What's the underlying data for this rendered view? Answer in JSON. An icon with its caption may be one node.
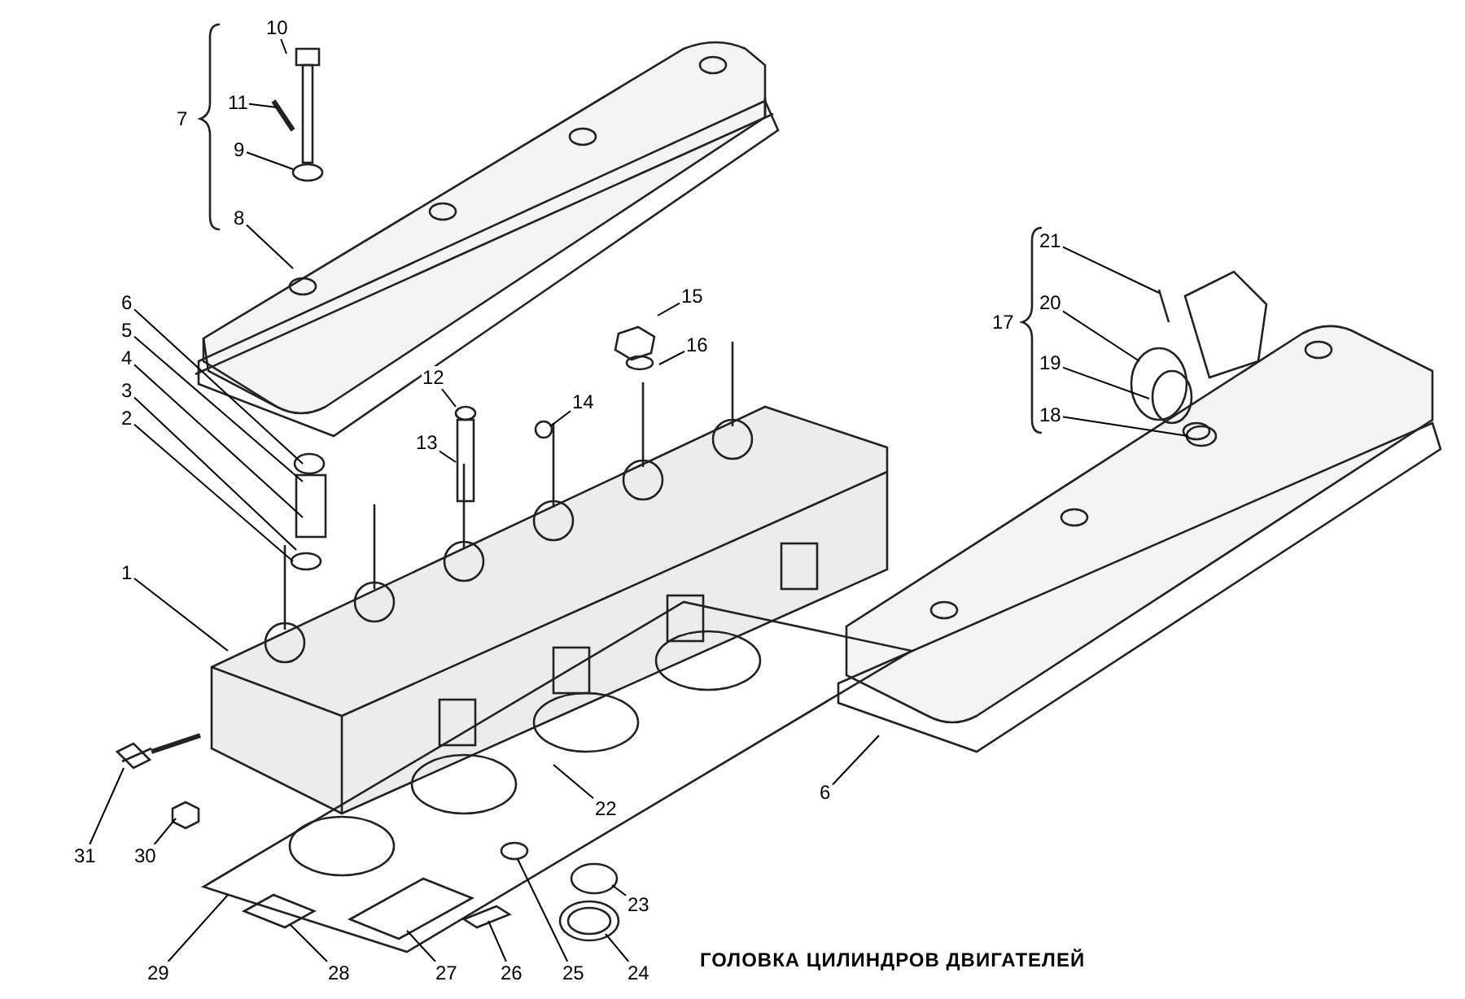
{
  "diagram": {
    "caption": "ГОЛОВКА ЦИЛИНДРОВ ДВИГАТЕЛЕЙ",
    "nodes": [
      {
        "text": [
          "10"
        ]
      },
      {
        "text": [
          "11"
        ]
      },
      {
        "text": [
          "9"
        ]
      },
      {
        "text": [
          "8"
        ]
      },
      {
        "text": [
          "6"
        ]
      },
      {
        "text": [
          "5"
        ]
      },
      {
        "text": [
          "4"
        ]
      },
      {
        "text": [
          "3"
        ]
      },
      {
        "text": [
          "2"
        ]
      },
      {
        "text": [
          "21"
        ]
      },
      {
        "text": [
          "15"
        ]
      },
      {
        "text": [
          "20"
        ]
      },
      {
        "text": [
          "16"
        ]
      },
      {
        "text": [
          "19"
        ]
      },
      {
        "text": [
          "12"
        ]
      },
      {
        "text": [
          "13"
        ]
      },
      {
        "text": [
          "14"
        ]
      },
      {
        "text": [
          "18"
        ]
      },
      {
        "text": [
          "1"
        ]
      },
      {
        "text": [
          "6"
        ]
      },
      {
        "text": [
          "22"
        ]
      },
      {
        "text": [
          "31"
        ]
      },
      {
        "text": [
          "30"
        ]
      },
      {
        "text": [
          "23"
        ]
      },
      {
        "text": [
          "29"
        ]
      },
      {
        "text": [
          "28"
        ]
      },
      {
        "text": [
          "27"
        ]
      },
      {
        "text": [
          "26"
        ]
      },
      {
        "text": [
          "25"
        ]
      },
      {
        "text": [
          "24"
        ]
      },
      {
        "text": [
          "7"
        ]
      },
      {
        "text": [
          "17"
        ]
      }
    ],
    "edges": [
      {
        "from": 0,
        "to": null,
        "arrow": "none"
      },
      {
        "from": 1,
        "to": null,
        "arrow": "none"
      },
      {
        "from": 2,
        "to": null,
        "arrow": "none"
      },
      {
        "from": 3,
        "to": null,
        "arrow": "none"
      },
      {
        "from": 4,
        "to": null,
        "arrow": "none"
      },
      {
        "from": 5,
        "to": null,
        "arrow": "none"
      },
      {
        "from": 6,
        "to": null,
        "arrow": "none"
      },
      {
        "from": 7,
        "to": null,
        "arrow": "none"
      },
      {
        "from": 8,
        "to": null,
        "arrow": "none"
      },
      {
        "from": 9,
        "to": null,
        "arrow": "none"
      },
      {
        "from": 10,
        "to": null,
        "arrow": "none"
      },
      {
        "from": 11,
        "to": null,
        "arrow": "none"
      },
      {
        "from": 12,
        "to": null,
        "arrow": "none"
      },
      {
        "from": 13,
        "to": null,
        "arrow": "none"
      },
      {
        "from": 14,
        "to": null,
        "arrow": "none"
      },
      {
        "from": 15,
        "to": null,
        "arrow": "none"
      },
      {
        "from": 16,
        "to": null,
        "arrow": "none"
      },
      {
        "from": 17,
        "to": null,
        "arrow": "none"
      },
      {
        "from": 18,
        "to": null,
        "arrow": "none"
      },
      {
        "from": 19,
        "to": null,
        "arrow": "none"
      },
      {
        "from": 20,
        "to": null,
        "arrow": "none"
      },
      {
        "from": 21,
        "to": null,
        "arrow": "none"
      },
      {
        "from": 22,
        "to": null,
        "arrow": "none"
      },
      {
        "from": 23,
        "to": null,
        "arrow": "none"
      },
      {
        "from": 24,
        "to": null,
        "arrow": "none"
      },
      {
        "from": 25,
        "to": null,
        "arrow": "none"
      },
      {
        "from": 26,
        "to": null,
        "arrow": "none"
      },
      {
        "from": 27,
        "to": null,
        "arrow": "none"
      },
      {
        "from": 28,
        "to": null,
        "arrow": "none"
      },
      {
        "from": 29,
        "to": null,
        "arrow": "none"
      }
    ]
  }
}
